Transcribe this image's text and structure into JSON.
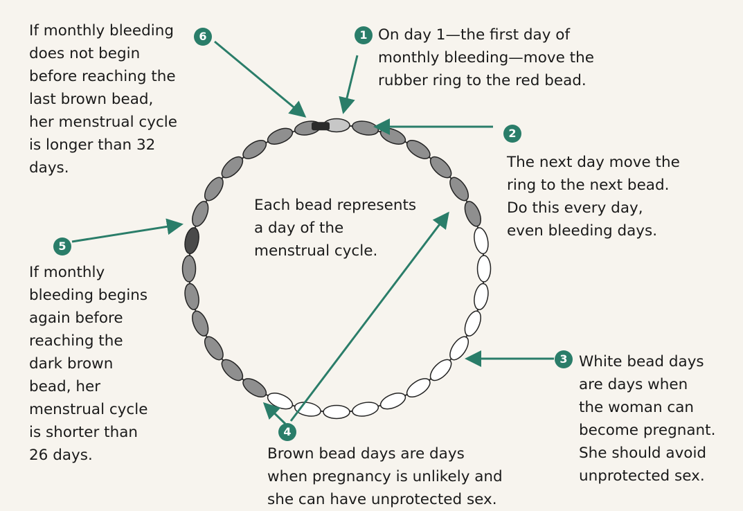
{
  "colors": {
    "accent": "#2a7d69",
    "brown_bead": "#8f8f8f",
    "dark_brown_bead": "#4a4a4a",
    "white_bead": "#ffffff",
    "red_bead": "#c7c7c7",
    "ring": "#333333"
  },
  "beads": {
    "count": 32,
    "red_bead_day": 1,
    "brown_days": [
      2,
      3,
      4,
      5,
      6,
      7
    ],
    "white_days": [
      8,
      9,
      10,
      11,
      12,
      13,
      14,
      15,
      16,
      17,
      18,
      19
    ],
    "dark_brown_day": 26
  },
  "center_text": "Each bead represents\na day of the\nmenstrual cycle.",
  "steps": [
    {
      "number": "1",
      "text": "On day 1—the first day of\nmonthly bleeding—move the\nrubber ring to the red bead."
    },
    {
      "number": "2",
      "text": "The next day move the\nring to the next bead.\nDo this every day,\neven bleeding days."
    },
    {
      "number": "3",
      "text": "White bead days\nare days when\nthe woman can\nbecome pregnant.\nShe should avoid\nunprotected sex."
    },
    {
      "number": "4",
      "text": "Brown bead days are days\nwhen pregnancy is unlikely and\nshe can have unprotected sex."
    },
    {
      "number": "5",
      "text": "If monthly\nbleeding begins\nagain before\nreaching the\ndark brown\nbead, her\nmenstrual cycle\nis shorter than\n26 days."
    },
    {
      "number": "6",
      "text": "If monthly bleeding\ndoes not begin\nbefore reaching the\nlast brown bead,\nher menstrual cycle\nis longer than 32\ndays."
    }
  ]
}
